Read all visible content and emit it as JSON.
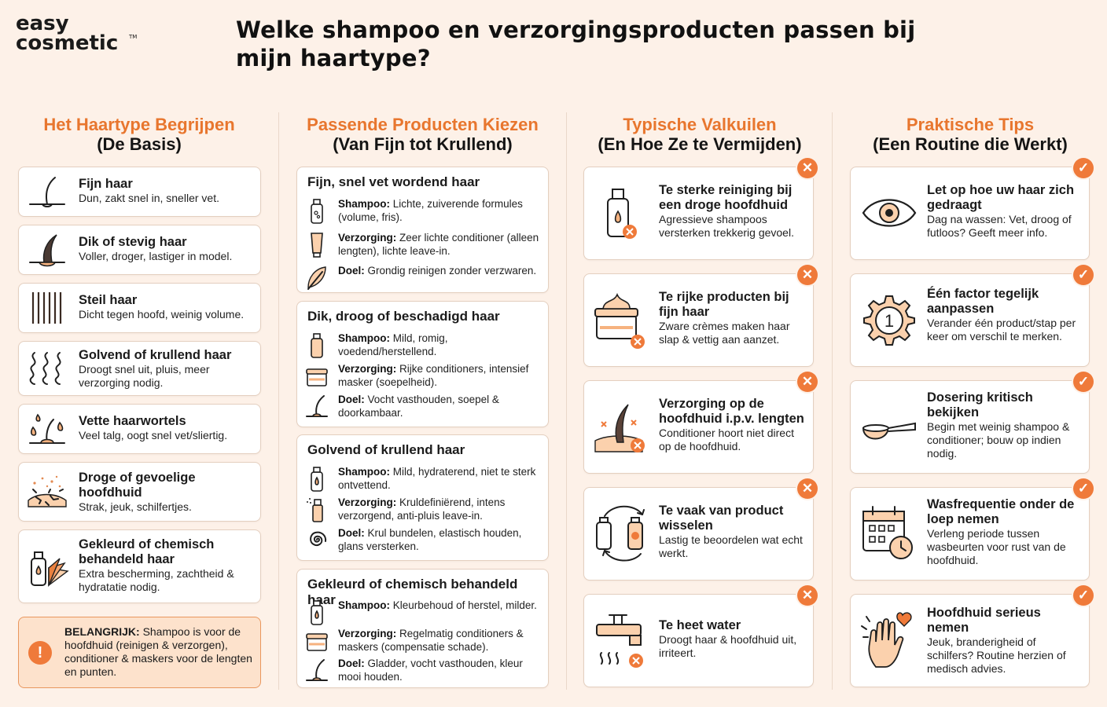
{
  "logo": {
    "line1": "easy",
    "line2": "cosmetic",
    "tm": "TM"
  },
  "title": "Welke shampoo en verzorgingsproducten passen bij mijn haartype?",
  "columns": [
    {
      "heading": "Het Haartype Begrijpen",
      "subheading": "(De Basis)"
    },
    {
      "heading": "Passende Producten Kiezen",
      "subheading": "(Van Fijn tot Krullend)"
    },
    {
      "heading": "Typische Valkuilen",
      "subheading": "(En Hoe Ze te Vermijden)"
    },
    {
      "heading": "Praktische Tips",
      "subheading": "(Een Routine die Werkt)"
    }
  ],
  "hairtypes": [
    {
      "title": "Fijn haar",
      "text": "Dun, zakt snel in, sneller vet.",
      "icon": "fine-hair-icon"
    },
    {
      "title": "Dik of stevig haar",
      "text": "Voller, droger, lastiger in model.",
      "icon": "thick-hair-icon"
    },
    {
      "title": "Steil haar",
      "text": "Dicht tegen hoofd, weinig volume.",
      "icon": "straight-hair-icon"
    },
    {
      "title": "Golvend of krullend haar",
      "text": "Droogt snel uit, pluis, meer verzorging nodig.",
      "icon": "curly-hair-icon"
    },
    {
      "title": "Vette haarwortels",
      "text": "Veel talg, oogt snel vet/sliertig.",
      "icon": "oily-roots-icon"
    },
    {
      "title": "Droge of gevoelige hoofdhuid",
      "text": "Strak, jeuk, schilfertjes.",
      "icon": "dry-scalp-icon"
    },
    {
      "title": "Gekleurd of chemisch behandeld haar",
      "text": "Extra bescherming, zachtheid & hydratatie nodig.",
      "icon": "color-treated-icon"
    }
  ],
  "important": {
    "label": "BELANGRIJK:",
    "text": "Shampoo is voor de hoofdhuid (reinigen & verzorgen), conditioner & maskers voor de lengten en punten."
  },
  "products": [
    {
      "title": "Fijn, snel vet wordend haar",
      "rows": [
        {
          "label": "Shampoo:",
          "text": "Lichte, zuiverende formules (volume, fris).",
          "icon": "shampoo-bottle-icon"
        },
        {
          "label": "Verzorging:",
          "text": "Zeer lichte conditioner (alleen lengten), lichte leave-in.",
          "icon": "conditioner-tube-icon"
        },
        {
          "label": "Doel:",
          "text": "Grondig reinigen zonder verzwaren.",
          "icon": "feather-icon"
        }
      ]
    },
    {
      "title": "Dik, droog of beschadigd haar",
      "rows": [
        {
          "label": "Shampoo:",
          "text": "Mild, romig, voedend/herstellend.",
          "icon": "shampoo-bottle-icon"
        },
        {
          "label": "Verzorging:",
          "text": "Rijke conditioners, intensief masker (soepelheid).",
          "icon": "mask-jar-icon"
        },
        {
          "label": "Doel:",
          "text": "Vocht vasthouden, soepel & doorkambaar.",
          "icon": "hair-strand-icon"
        }
      ]
    },
    {
      "title": "Golvend of krullend haar",
      "rows": [
        {
          "label": "Shampoo:",
          "text": "Mild, hydraterend, niet te sterk ontvettend.",
          "icon": "shampoo-bottle-icon"
        },
        {
          "label": "Verzorging:",
          "text": "Kruldefiniërend, intens verzorgend, anti-pluis leave-in.",
          "icon": "spray-bottle-icon"
        },
        {
          "label": "Doel:",
          "text": "Krul bundelen, elastisch houden, glans versterken.",
          "icon": "curl-spiral-icon"
        }
      ]
    },
    {
      "title": "Gekleurd of chemisch behandeld haar",
      "rows": [
        {
          "label": "Shampoo:",
          "text": "Kleurbehoud of herstel, milder.",
          "icon": "shampoo-bottle-icon"
        },
        {
          "label": "Verzorging:",
          "text": "Regelmatig conditioners & maskers (compensatie schade).",
          "icon": "mask-jar-icon"
        },
        {
          "label": "Doel:",
          "text": "Gladder, vocht vasthouden, kleur mooi houden.",
          "icon": "hair-strand-icon"
        }
      ]
    }
  ],
  "pitfalls": [
    {
      "title": "Te sterke reiniging bij een droge hoofdhuid",
      "text": "Agressieve shampoos versterken trekkerig gevoel.",
      "icon": "strong-shampoo-icon"
    },
    {
      "title": "Te rijke producten bij fijn haar",
      "text": "Zware crèmes maken haar slap & vettig aan aanzet.",
      "icon": "rich-cream-icon"
    },
    {
      "title": "Verzorging op de hoofdhuid i.p.v. lengten",
      "text": "Conditioner hoort niet direct op de hoofdhuid.",
      "icon": "scalp-conditioner-icon"
    },
    {
      "title": "Te vaak van product wisselen",
      "text": "Lastig te beoordelen wat echt werkt.",
      "icon": "switch-products-icon"
    },
    {
      "title": "Te heet water",
      "text": "Droogt haar & hoofdhuid uit, irriteert.",
      "icon": "hot-water-tap-icon"
    }
  ],
  "pitfall_badge": "✕",
  "tips": [
    {
      "title": "Let op hoe uw haar zich gedraagt",
      "text": "Dag na wassen: Vet, droog of futloos? Geeft meer info.",
      "icon": "eye-icon"
    },
    {
      "title": "Één factor tegelijk aanpassen",
      "text": "Verander één product/stap per keer om verschil te merken.",
      "icon": "gear-one-icon",
      "gear_number": "1"
    },
    {
      "title": "Dosering kritisch bekijken",
      "text": "Begin met weinig shampoo & conditioner; bouw op indien nodig.",
      "icon": "dosing-spoon-icon"
    },
    {
      "title": "Wasfrequentie onder de loep nemen",
      "text": "Verleng periode tussen wasbeurten voor rust van de hoofdhuid.",
      "icon": "calendar-clock-icon"
    },
    {
      "title": "Hoofdhuid serieus nemen",
      "text": "Jeuk, branderigheid of schilfers? Routine herzien of medisch advies.",
      "icon": "hand-heart-icon"
    }
  ],
  "tip_badge": "✓",
  "colors": {
    "accent": "#ef7a3a",
    "heading": "#e8762e",
    "background": "#fdf1e8",
    "card_border": "#e4cfbf",
    "important_bg": "#fde2cc"
  }
}
